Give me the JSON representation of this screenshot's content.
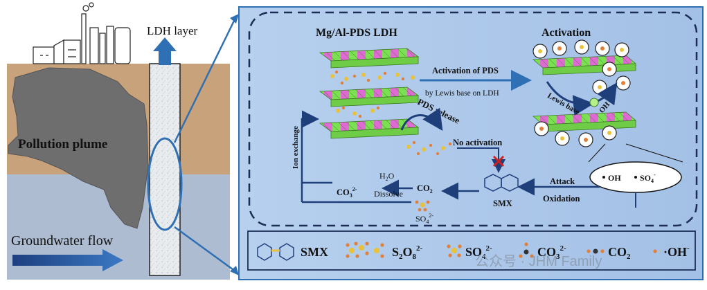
{
  "left": {
    "ldh_layer_label": "LDH layer",
    "pollution_label": "Pollution plume",
    "groundwater_label": "Groundwater flow"
  },
  "mechanism": {
    "ldh_title": "Mg/Al-PDS LDH",
    "activation_title": "Activation",
    "activation_of_pds": "Activation of PDS",
    "lewis_base_caption": "by Lewis base on LDH",
    "pds_release": "PDS release",
    "no_activation": "No activation",
    "lewis_base_arc": "Lewis base",
    "oh_arc": "OH",
    "ion_exchange": "Ion exchange",
    "h2o": "H",
    "h2o_sub": "2",
    "h2o_end": "O",
    "dissolve": "Dissolve",
    "co3": "CO",
    "co3_sub": "3",
    "co3_sup": "2-",
    "co2": "CO",
    "co2_sub": "2",
    "so4": "SO",
    "so4_sub": "4",
    "so4_sup": "2-",
    "smx": "SMX",
    "attack": "Attack",
    "oxidation": "Oxidation",
    "radical_oh": "OH",
    "radical_so4": "SO",
    "radical_so4_sub": "4",
    "radical_so4_sup": "-"
  },
  "legend": {
    "smx": "SMX",
    "s2o8": "S",
    "s2o8_sub1": "2",
    "s2o8_mid": "O",
    "s2o8_sub2": "8",
    "s2o8_sup": "2-",
    "so4": "SO",
    "so4_sub": "4",
    "so4_sup": "2-",
    "co3": "CO",
    "co3_sub": "3",
    "co3_sup": "2-",
    "co2": "CO",
    "co2_sub": "2",
    "oh": "·OH",
    "oh_sup": "-"
  },
  "watermark": "公众号 · JHM Family",
  "colors": {
    "soil": "#c8a27a",
    "groundwater": "#aebcd1",
    "plume": "#6e6e6e",
    "panel": "#a9c6e8",
    "accent_blue": "#2f6fb3",
    "dark_blue": "#1f3f7a",
    "green_cell": "#7be052",
    "pink_cell": "#e06ad4",
    "sulfur": "#e9c23a",
    "oxygen": "#e0803a",
    "red_cross": "#d02020"
  }
}
